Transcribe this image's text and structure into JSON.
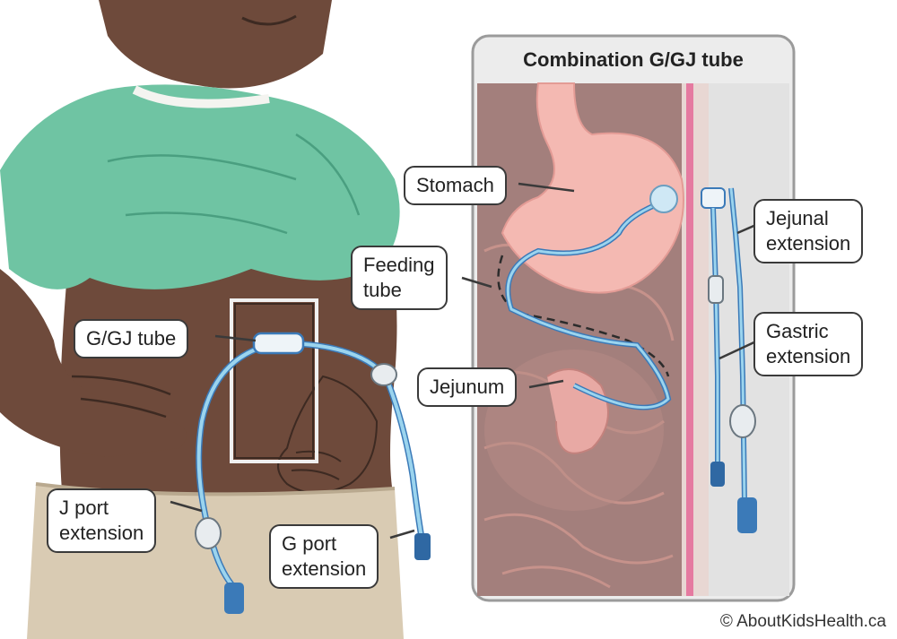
{
  "panel": {
    "title": "Combination G/GJ tube"
  },
  "labels": {
    "stomach": "Stomach",
    "feeding_tube": [
      "Feeding",
      "tube"
    ],
    "jejunum": "Jejunum",
    "jejunal_extension": [
      "Jejunal",
      "extension"
    ],
    "gastric_extension": [
      "Gastric",
      "extension"
    ],
    "ggj_tube": "G/GJ tube",
    "j_port_extension": [
      "J port",
      "extension"
    ],
    "g_port_extension": [
      "G port",
      "extension"
    ]
  },
  "credit": "© AboutKidsHealth.ca",
  "colors": {
    "skin": "#6e4a3b",
    "skin_shadow": "#5a3a2d",
    "shirt": "#6fc4a3",
    "pants": "#d9cbb3",
    "tube": "#7cc3e3",
    "tube_dark": "#3b7ab8",
    "stomach": "#f4b9b2",
    "intestine": "#d9a7a0",
    "panel_bg": "#a37f7c"
  }
}
